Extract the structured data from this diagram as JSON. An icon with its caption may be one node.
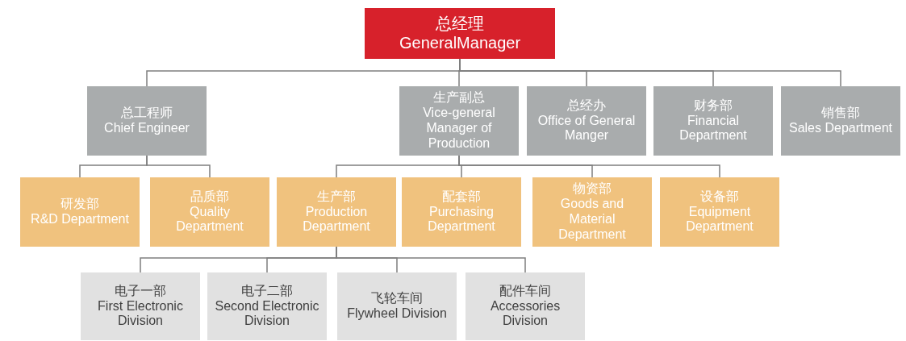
{
  "diagram": {
    "nodes": [
      {
        "text": [
          "总经理",
          "GeneralManager"
        ]
      },
      {
        "text": [
          "总工程师",
          "Chief Engineer"
        ]
      },
      {
        "text": [
          "生产副总",
          "Vice-general Manager of Production"
        ]
      },
      {
        "text": [
          "总经办",
          "Office of General Manger"
        ]
      },
      {
        "text": [
          "财务部",
          "Financial Department"
        ]
      },
      {
        "text": [
          "销售部",
          "Sales Department"
        ]
      },
      {
        "text": [
          "研发部",
          "R&D Department"
        ]
      },
      {
        "text": [
          "品质部",
          "Quality Department"
        ]
      },
      {
        "text": [
          "生产部",
          "Production Department"
        ]
      },
      {
        "text": [
          "配套部",
          "Purchasing Department"
        ]
      },
      {
        "text": [
          "物资部",
          "Goods and Material Department"
        ]
      },
      {
        "text": [
          "设备部",
          "Equipment Department"
        ]
      },
      {
        "text": [
          "电子一部",
          "First Electronic Division"
        ]
      },
      {
        "text": [
          "电子二部",
          "Second Electronic Division"
        ]
      },
      {
        "text": [
          "飞轮车间",
          "Flywheel Division"
        ]
      },
      {
        "text": [
          "配件车间",
          "Accessories Division"
        ]
      }
    ],
    "edges": [
      {
        "from": 0,
        "to": 1,
        "arrow": "none"
      },
      {
        "from": 0,
        "to": 2,
        "arrow": "none"
      },
      {
        "from": 0,
        "to": 3,
        "arrow": "none"
      },
      {
        "from": 0,
        "to": 4,
        "arrow": "none"
      },
      {
        "from": 0,
        "to": 5,
        "arrow": "none"
      },
      {
        "from": 1,
        "to": 6,
        "arrow": "none"
      },
      {
        "from": 1,
        "to": 7,
        "arrow": "none"
      },
      {
        "from": 2,
        "to": 8,
        "arrow": "none"
      },
      {
        "from": 2,
        "to": 9,
        "arrow": "none"
      },
      {
        "from": 2,
        "to": 10,
        "arrow": "none"
      },
      {
        "from": 2,
        "to": 11,
        "arrow": "none"
      },
      {
        "from": 8,
        "to": 12,
        "arrow": "none"
      },
      {
        "from": 8,
        "to": 13,
        "arrow": "none"
      },
      {
        "from": 8,
        "to": 14,
        "arrow": "none"
      },
      {
        "from": 8,
        "to": 15,
        "arrow": "none"
      }
    ]
  }
}
